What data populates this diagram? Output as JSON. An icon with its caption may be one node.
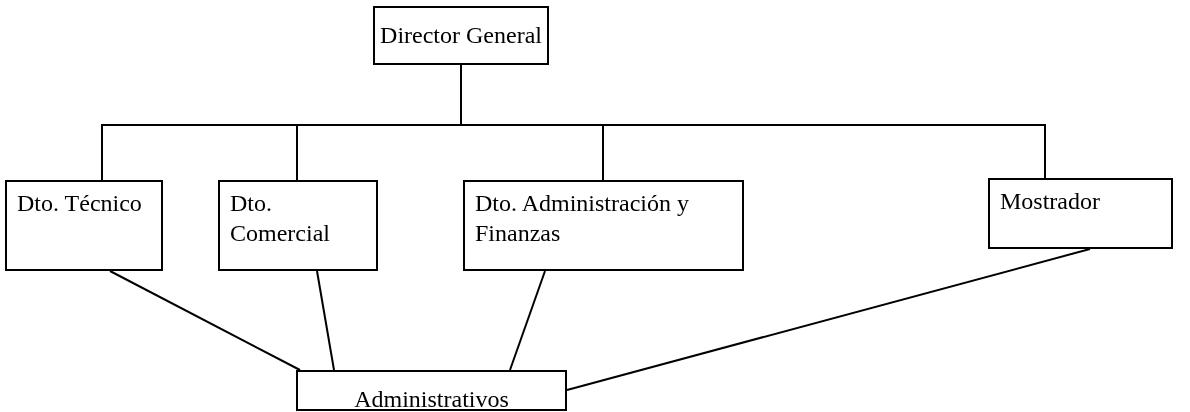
{
  "diagram": {
    "nodes": [
      {
        "text": [
          "Director General"
        ]
      },
      {
        "text": [
          "Dto. Técnico"
        ]
      },
      {
        "text": [
          "Dto. Comercial"
        ]
      },
      {
        "text": [
          "Dto. Administración y Finanzas"
        ]
      },
      {
        "text": [
          "Mostrador"
        ]
      },
      {
        "text": [
          "Administrativos"
        ]
      }
    ],
    "edges": [
      {
        "from": 0,
        "to": 1,
        "arrow": "none"
      },
      {
        "from": 0,
        "to": 2,
        "arrow": "none"
      },
      {
        "from": 0,
        "to": 3,
        "arrow": "none"
      },
      {
        "from": 0,
        "to": 4,
        "arrow": "none"
      },
      {
        "from": 1,
        "to": 5,
        "arrow": "none"
      },
      {
        "from": 2,
        "to": 5,
        "arrow": "none"
      },
      {
        "from": 3,
        "to": 5,
        "arrow": "none"
      },
      {
        "from": 4,
        "to": 5,
        "arrow": "none"
      }
    ]
  }
}
